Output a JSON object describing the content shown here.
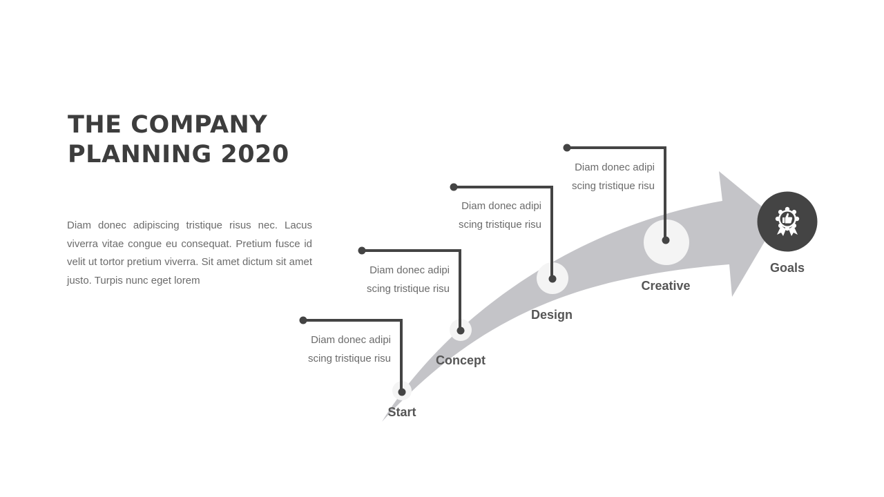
{
  "slide": {
    "title_line1": "THE COMPANY",
    "title_line2": "PLANNING 2020",
    "intro": "Diam donec adipiscing tristique risus nec. Lacus viverra vitae congue eu consequat. Pretium fusce id velit ut tortor pretium viverra. Sit amet dictum sit amet justo. Turpis nunc eget lorem"
  },
  "steps": [
    {
      "label": "Start",
      "desc_line1": "Diam donec adipi",
      "desc_line2": "scing tristique risu"
    },
    {
      "label": "Concept",
      "desc_line1": "Diam donec adipi",
      "desc_line2": "scing tristique risu"
    },
    {
      "label": "Design",
      "desc_line1": "Diam donec adipi",
      "desc_line2": "scing tristique risu"
    },
    {
      "label": "Creative",
      "desc_line1": "Diam donec adipi",
      "desc_line2": "scing tristique risu"
    }
  ],
  "goal": {
    "label": "Goals",
    "icon": "award-thumbs-up-icon"
  },
  "colors": {
    "arrow": "#c4c4c8",
    "connector": "#444444",
    "node_halo": "#f4f4f4",
    "goal_circle": "#444444",
    "text_dark": "#3d3d3d",
    "text_body": "#6b6b6b"
  }
}
